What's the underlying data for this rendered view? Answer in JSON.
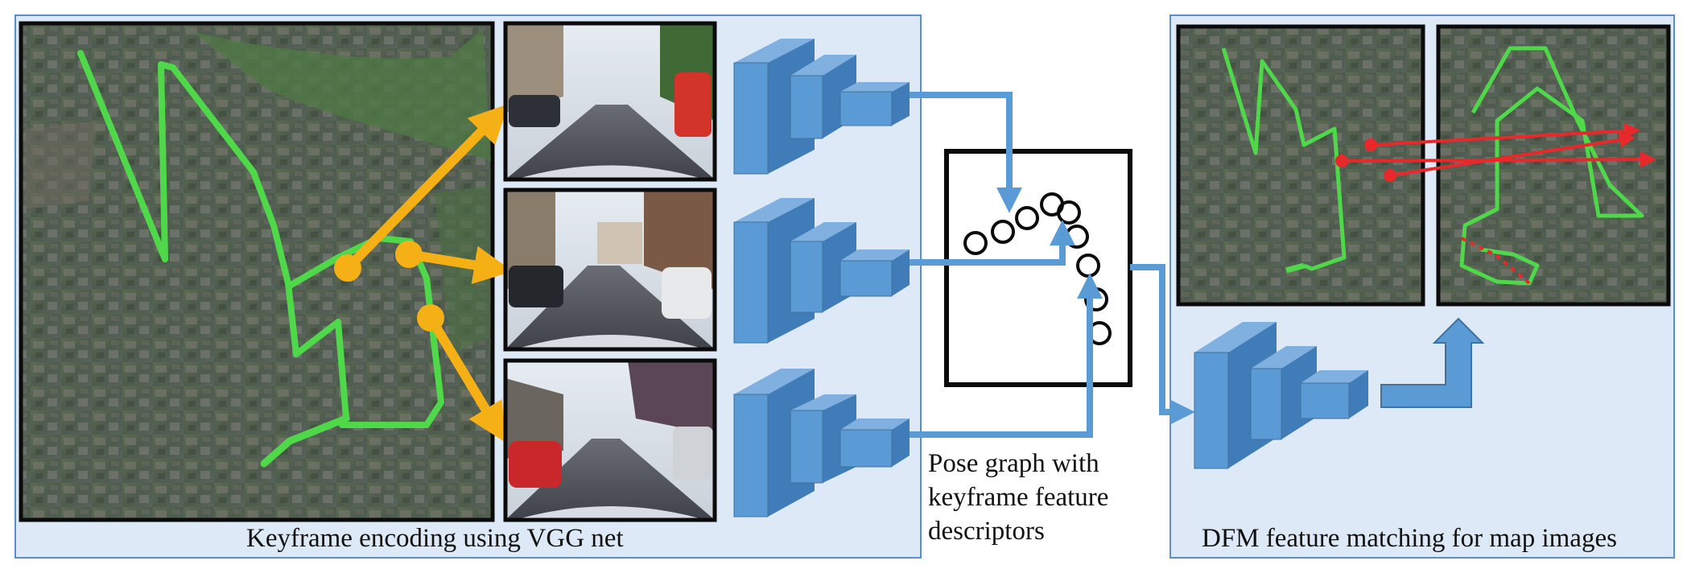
{
  "captions": {
    "left": "Keyframe encoding using VGG net",
    "pose_graph": [
      "Pose graph with",
      "keyframe feature",
      "descriptors"
    ],
    "right": "DFM feature matching for map images"
  },
  "colors": {
    "panel_fill": "#dde9f6",
    "panel_border": "#5b8fc6",
    "route_green": "#4fd84a",
    "keyframe_orange": "#f5b016",
    "connector_blue": "#5b9bd5",
    "cnn_block": "#5b9bd5",
    "match_red": "#e8282a",
    "frame_black": "#0b0b0b"
  },
  "icons": {
    "cnn": "vgg-network-block-icon",
    "pose_node": "pose-graph-node-icon",
    "arrow": "flow-arrow-icon"
  }
}
